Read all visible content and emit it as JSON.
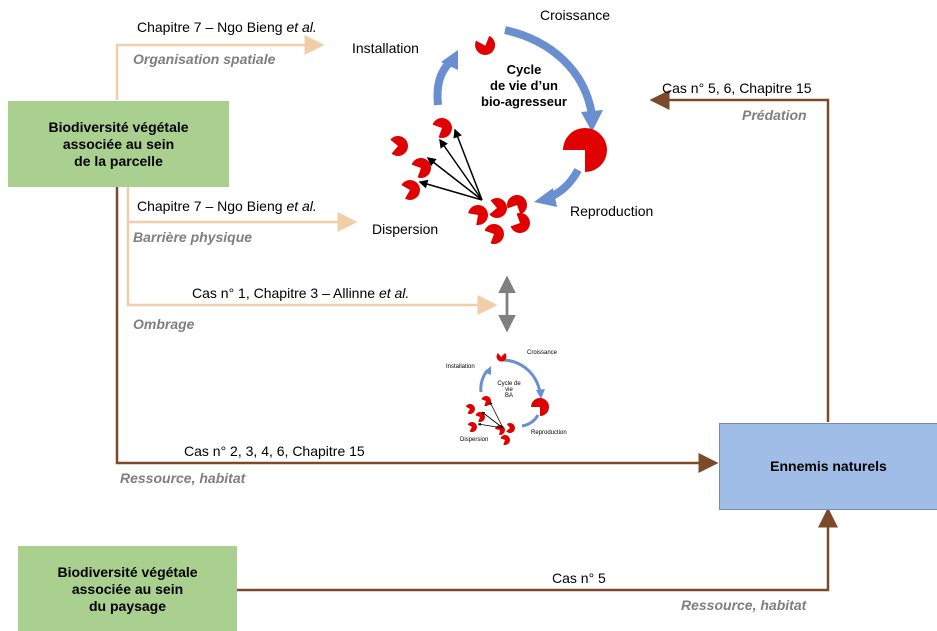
{
  "colors": {
    "brown": "#7b4a2a",
    "tan": "#f0cfa8",
    "green": "#a9d08e",
    "blue": "#9fbde6",
    "red": "#e00000",
    "arrow_blue": "#6a8fd0"
  },
  "boxes": {
    "plot_biodiv": "Biodiversité végétale\nassociée au sein\nde la parcelle",
    "landscape_biodiv": "Biodiversité végétale\nassociée au sein\ndu paysage",
    "natural_enemies": "Ennemis naturels"
  },
  "links": {
    "spatial": {
      "ref_prefix": "Chapitre 7 – Ngo Bieng ",
      "ref_etal": "et al.",
      "mechanism": "Organisation spatiale"
    },
    "barrier": {
      "ref_prefix": "Chapitre 7 – Ngo Bieng ",
      "ref_etal": "et al.",
      "mechanism": "Barrière physique"
    },
    "shade": {
      "ref_prefix": "Cas n° 1, Chapitre 3 – Allinne ",
      "ref_etal": "et al.",
      "mechanism": "Ombrage"
    },
    "resource_plot": {
      "ref": "Cas n° 2, 3, 4, 6, Chapitre 15",
      "mechanism": "Ressource, habitat"
    },
    "resource_landscape": {
      "ref": "Cas n° 5",
      "mechanism": "Ressource, habitat"
    },
    "predation": {
      "ref": "Cas n° 5, 6, Chapitre 15",
      "mechanism": "Prédation"
    }
  },
  "life_cycle": {
    "title": "Cycle\nde vie d’un\nbio-agresseur",
    "stages": {
      "installation": "Installation",
      "growth": "Croissance",
      "reproduction": "Reproduction",
      "dispersion": "Dispersion"
    }
  },
  "small_cycle": {
    "title": "Cycle de vie\nBA",
    "stages": {
      "installation": "Installation",
      "growth": "Croissance",
      "reproduction": "Reproduction",
      "dispersion": "Dispersion"
    }
  }
}
